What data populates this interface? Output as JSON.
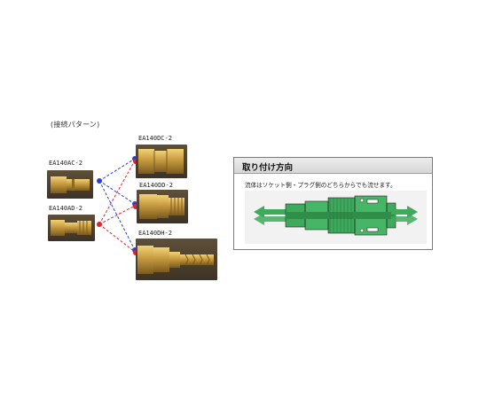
{
  "heading": "(接続パターン)",
  "left_products": [
    {
      "code": "EA140AC-2"
    },
    {
      "code": "EA140AD-2"
    }
  ],
  "right_products": [
    {
      "code": "EA140DC-2"
    },
    {
      "code": "EA140DD-2"
    },
    {
      "code": "EA140DH-2"
    }
  ],
  "install_panel": {
    "title": "取り付け方向",
    "description": "流体はソケット側・プラグ側のどちらからでも流せます。"
  },
  "colors": {
    "blue_dot": "#2a3fd8",
    "red_dot": "#e0242a",
    "diagram_green": "#3daa5c",
    "brass": "#c9a24a",
    "photo_bg": "#6b5a40"
  },
  "icons": {
    "left_arrow": "double-arrow-left-icon",
    "right_arrow": "double-arrow-right-icon"
  }
}
